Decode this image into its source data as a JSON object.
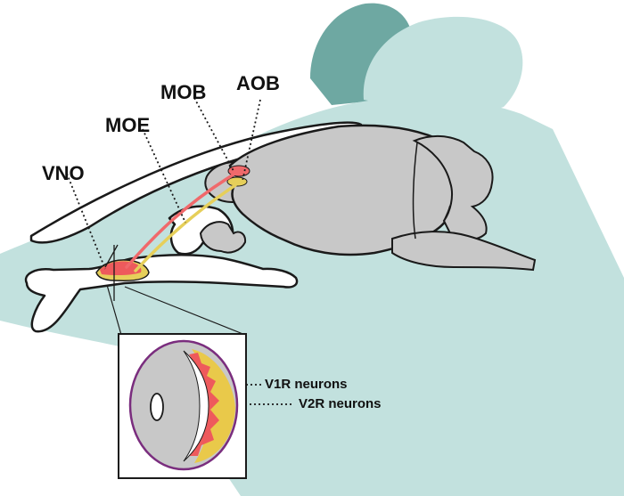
{
  "labels": {
    "vno": "VNO",
    "moe": "MOE",
    "mob": "MOB",
    "aob": "AOB",
    "v1r": "V1R neurons",
    "v2r": "V2R neurons"
  },
  "colors": {
    "head": "#c2e1de",
    "ear": "#6ea8a2",
    "brain": "#c8c8c8",
    "bone": "#ffffff",
    "outline": "#1a1a1a",
    "v1r_red": "#ee5a5c",
    "v2r_yellow": "#e9c94a",
    "pathway_red": "#f0696b",
    "pathway_yellow": "#e6cf5a",
    "inset_border": "#7a2d7e",
    "inset_gray": "#c8c8c8"
  }
}
